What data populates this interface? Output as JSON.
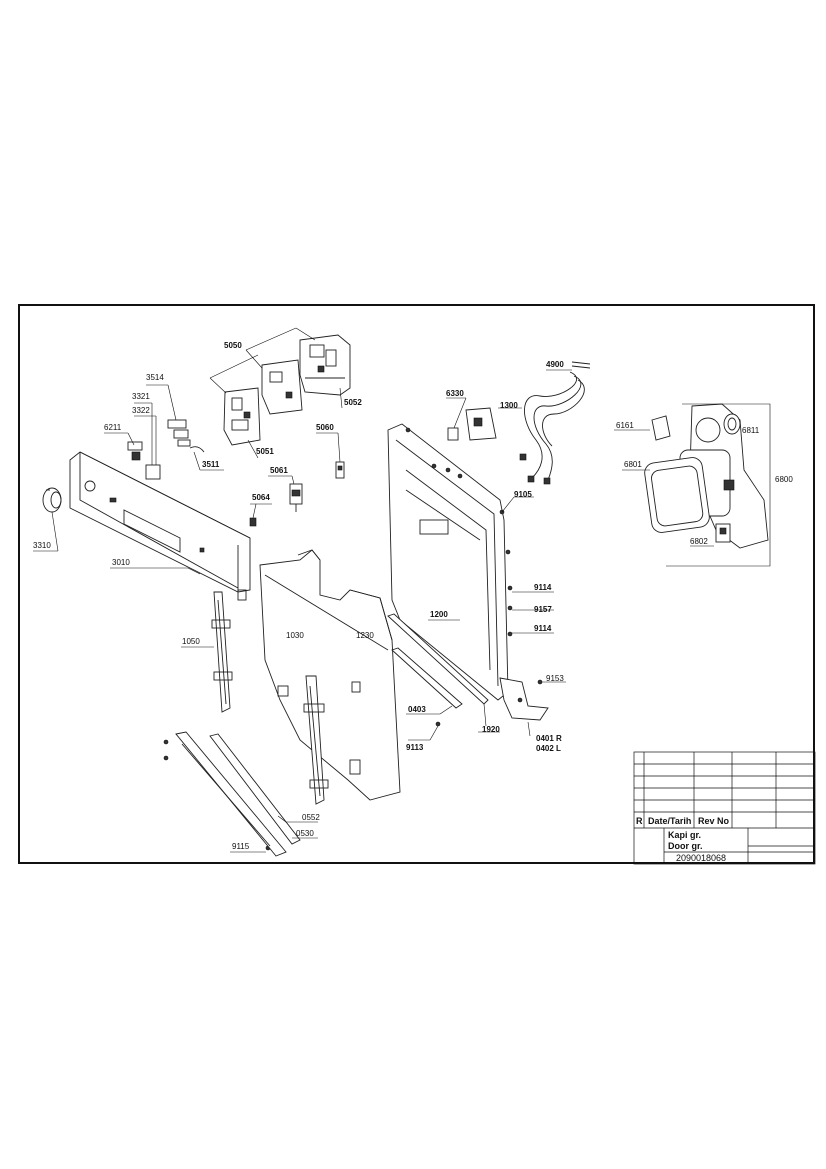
{
  "diagram": {
    "labels": {
      "p5050": "5050",
      "p5052": "5052",
      "p5051": "5051",
      "p3514": "3514",
      "p3321": "3321",
      "p3322": "3322",
      "p6211": "6211",
      "p3511": "3511",
      "p5060": "5060",
      "p5061": "5061",
      "p5064": "5064",
      "p3310": "3310",
      "p3010": "3010",
      "p1050": "1050",
      "p1030": "1030",
      "p1230": "1230",
      "p6330": "6330",
      "p1300": "1300",
      "p4900": "4900",
      "p9105": "9105",
      "p9114a": "9114",
      "p9157": "9157",
      "p9114b": "9114",
      "p1200": "1200",
      "p9153": "9153",
      "p0403": "0403",
      "p1920": "1920",
      "p9113": "9113",
      "p0401": "0401 R",
      "p0402": "0402 L",
      "p0552": "0552",
      "p0530": "0530",
      "p9115": "9115",
      "p6161": "6161",
      "p6811": "6811",
      "p6801": "6801",
      "p6800": "6800",
      "p6802": "6802"
    },
    "title_block": {
      "rev_marker": "R",
      "date_header": "Date/Tarih",
      "rev_header": "Rev No",
      "group_tr": "Kapi gr.",
      "group_en": "Door gr.",
      "drawing_number": "2090018068"
    }
  }
}
